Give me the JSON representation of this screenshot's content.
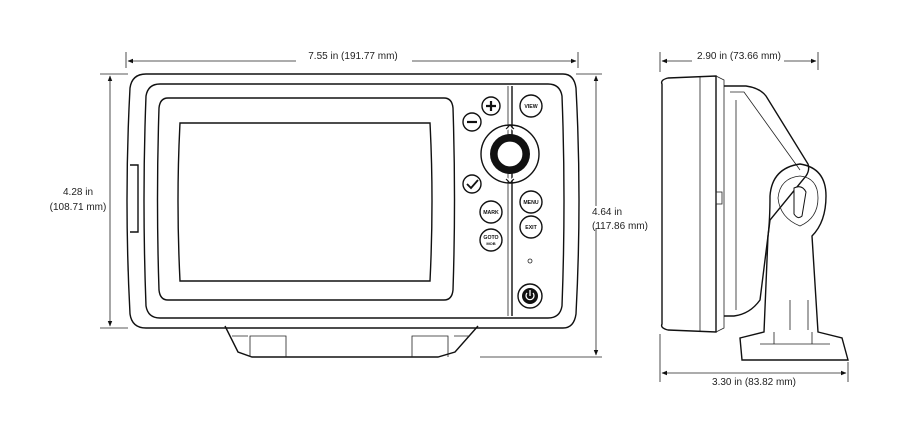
{
  "dimensions": {
    "front_width": "7.55 in (191.77 mm)",
    "front_height_left_line1": "4.28 in",
    "front_height_left_line2": "(108.71 mm)",
    "front_height_right_line1": "4.64 in",
    "front_height_right_line2": "(117.86 mm)",
    "side_top": "2.90 in  (73.66 mm)",
    "side_bottom": "3.30 in (83.82 mm)"
  },
  "buttons": {
    "view": "VIEW",
    "menu": "MENU",
    "mark": "MARK",
    "exit": "EXIT",
    "goto_line1": "GOTO",
    "goto_line2": "MOB"
  }
}
